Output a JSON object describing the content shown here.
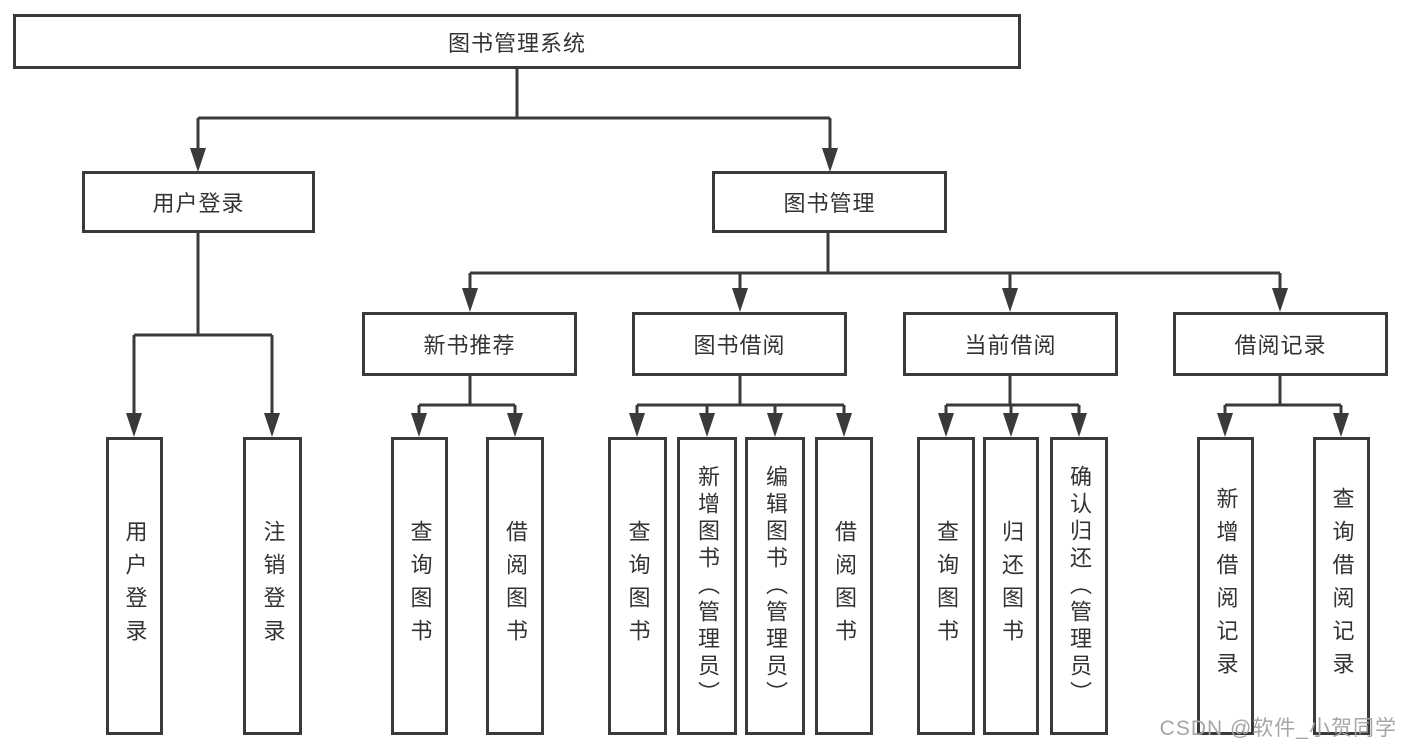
{
  "nodes": {
    "root": "图书管理系统",
    "l2_user_login": "用户登录",
    "l2_book_mgmt": "图书管理",
    "l3_new_book_rec": "新书推荐",
    "l3_book_borrow": "图书借阅",
    "l3_current_borrow": "当前借阅",
    "l3_borrow_record": "借阅记录",
    "leaf_user_login": "用户登录",
    "leaf_logout": "注销登录",
    "leaf_query_book_1": "查询图书",
    "leaf_borrow_book_1": "借阅图书",
    "leaf_query_book_2": "查询图书",
    "leaf_add_book_admin": "新增图书（管理员）",
    "leaf_edit_book_admin": "编辑图书（管理员）",
    "leaf_borrow_book_2": "借阅图书",
    "leaf_query_book_3": "查询图书",
    "leaf_return_book": "归还图书",
    "leaf_confirm_return_admin": "确认归还（管理员）",
    "leaf_add_borrow_record": "新增借阅记录",
    "leaf_query_borrow_record": "查询借阅记录"
  },
  "hierarchy": {
    "图书管理系统": {
      "用户登录": [
        "用户登录",
        "注销登录"
      ],
      "图书管理": {
        "新书推荐": [
          "查询图书",
          "借阅图书"
        ],
        "图书借阅": [
          "查询图书",
          "新增图书（管理员）",
          "编辑图书（管理员）",
          "借阅图书"
        ],
        "当前借阅": [
          "查询图书",
          "归还图书",
          "确认归还（管理员）"
        ],
        "借阅记录": [
          "新增借阅记录",
          "查询借阅记录"
        ]
      }
    }
  },
  "watermark": "CSDN @软件_小贺同学",
  "colors": {
    "line": "#3a3a3a",
    "text": "#333333",
    "background": "#ffffff",
    "watermark": "#a6a6a6"
  }
}
